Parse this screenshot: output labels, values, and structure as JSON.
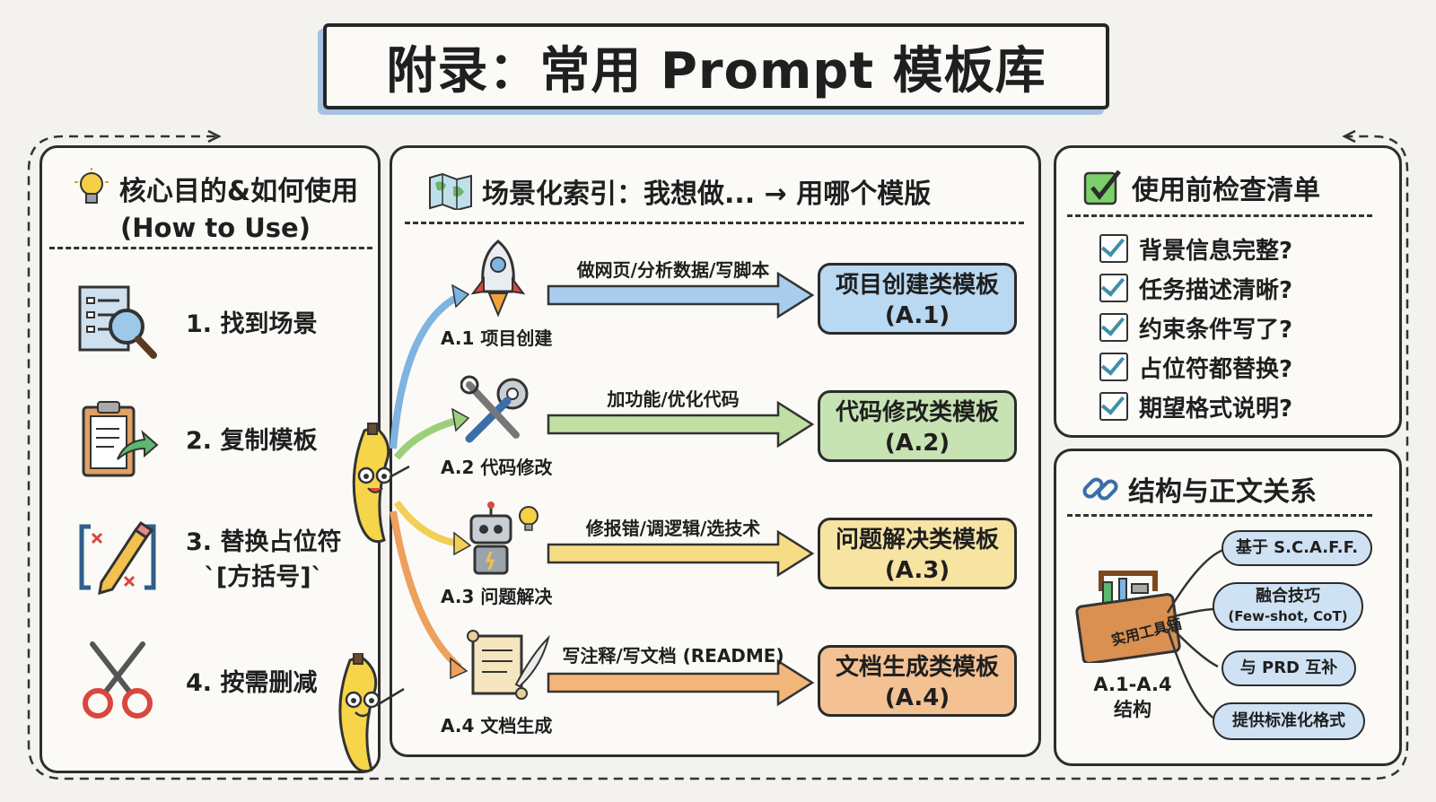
{
  "title": "附录：常用 Prompt 模板库",
  "left_panel": {
    "title_line1": "核心目的&如何使用",
    "title_line2": "(How to Use)",
    "steps": [
      {
        "label": "1. 找到场景",
        "icon": "document-magnifier-icon"
      },
      {
        "label": "2. 复制模板",
        "icon": "clipboard-arrow-icon"
      },
      {
        "label_line1": "3. 替换占位符",
        "label_line2": "`[方括号]`",
        "icon": "pencil-brackets-icon"
      },
      {
        "label": "4. 按需删减",
        "icon": "scissors-icon"
      }
    ]
  },
  "center_panel": {
    "title": "场景化索引：我想做... → 用哪个模版",
    "icon": "map-icon",
    "rows": [
      {
        "icon": "rocket-icon",
        "icon_label": "A.1 项目创建",
        "arrow_label": "做网页/分析数据/写脚本",
        "template_line1": "项目创建类模板",
        "template_line2": "(A.1)",
        "color": "#b9d8f1"
      },
      {
        "icon": "wrench-gear-icon",
        "icon_label": "A.2 代码修改",
        "arrow_label": "加功能/优化代码",
        "template_line1": "代码修改类模板",
        "template_line2": "(A.2)",
        "color": "#c7e3b3"
      },
      {
        "icon": "robot-bulb-icon",
        "icon_label": "A.3 问题解决",
        "arrow_label": "修报错/调逻辑/选技术",
        "template_line1": "问题解决类模板",
        "template_line2": "(A.3)",
        "color": "#f7e4a3"
      },
      {
        "icon": "scroll-quill-icon",
        "icon_label": "A.4 文档生成",
        "arrow_label": "写注释/写文档 (README)",
        "template_line1": "文档生成类模板",
        "template_line2": "(A.4)",
        "color": "#f4c193"
      }
    ]
  },
  "checklist_panel": {
    "title": "使用前检查清单",
    "items": [
      "背景信息完整?",
      "任务描述清晰?",
      "约束条件写了?",
      "占位符都替换?",
      "期望格式说明?"
    ]
  },
  "structure_panel": {
    "title": "结构与正文关系",
    "toolbox_label": "实用工具箱",
    "caption_line1": "A.1-A.4",
    "caption_line2": "结构",
    "pills": [
      {
        "line1": "基于 S.C.A.F.F.",
        "line2": ""
      },
      {
        "line1": "融合技巧",
        "line2": "(Few-shot, CoT)"
      },
      {
        "line1": "与 PRD 互补",
        "line2": ""
      },
      {
        "line1": "提供标准化格式",
        "line2": ""
      }
    ]
  },
  "colors": {
    "blue": "#7fb3e0",
    "green": "#9ccf7a",
    "yellow": "#f2cf55",
    "orange": "#eea05d"
  }
}
